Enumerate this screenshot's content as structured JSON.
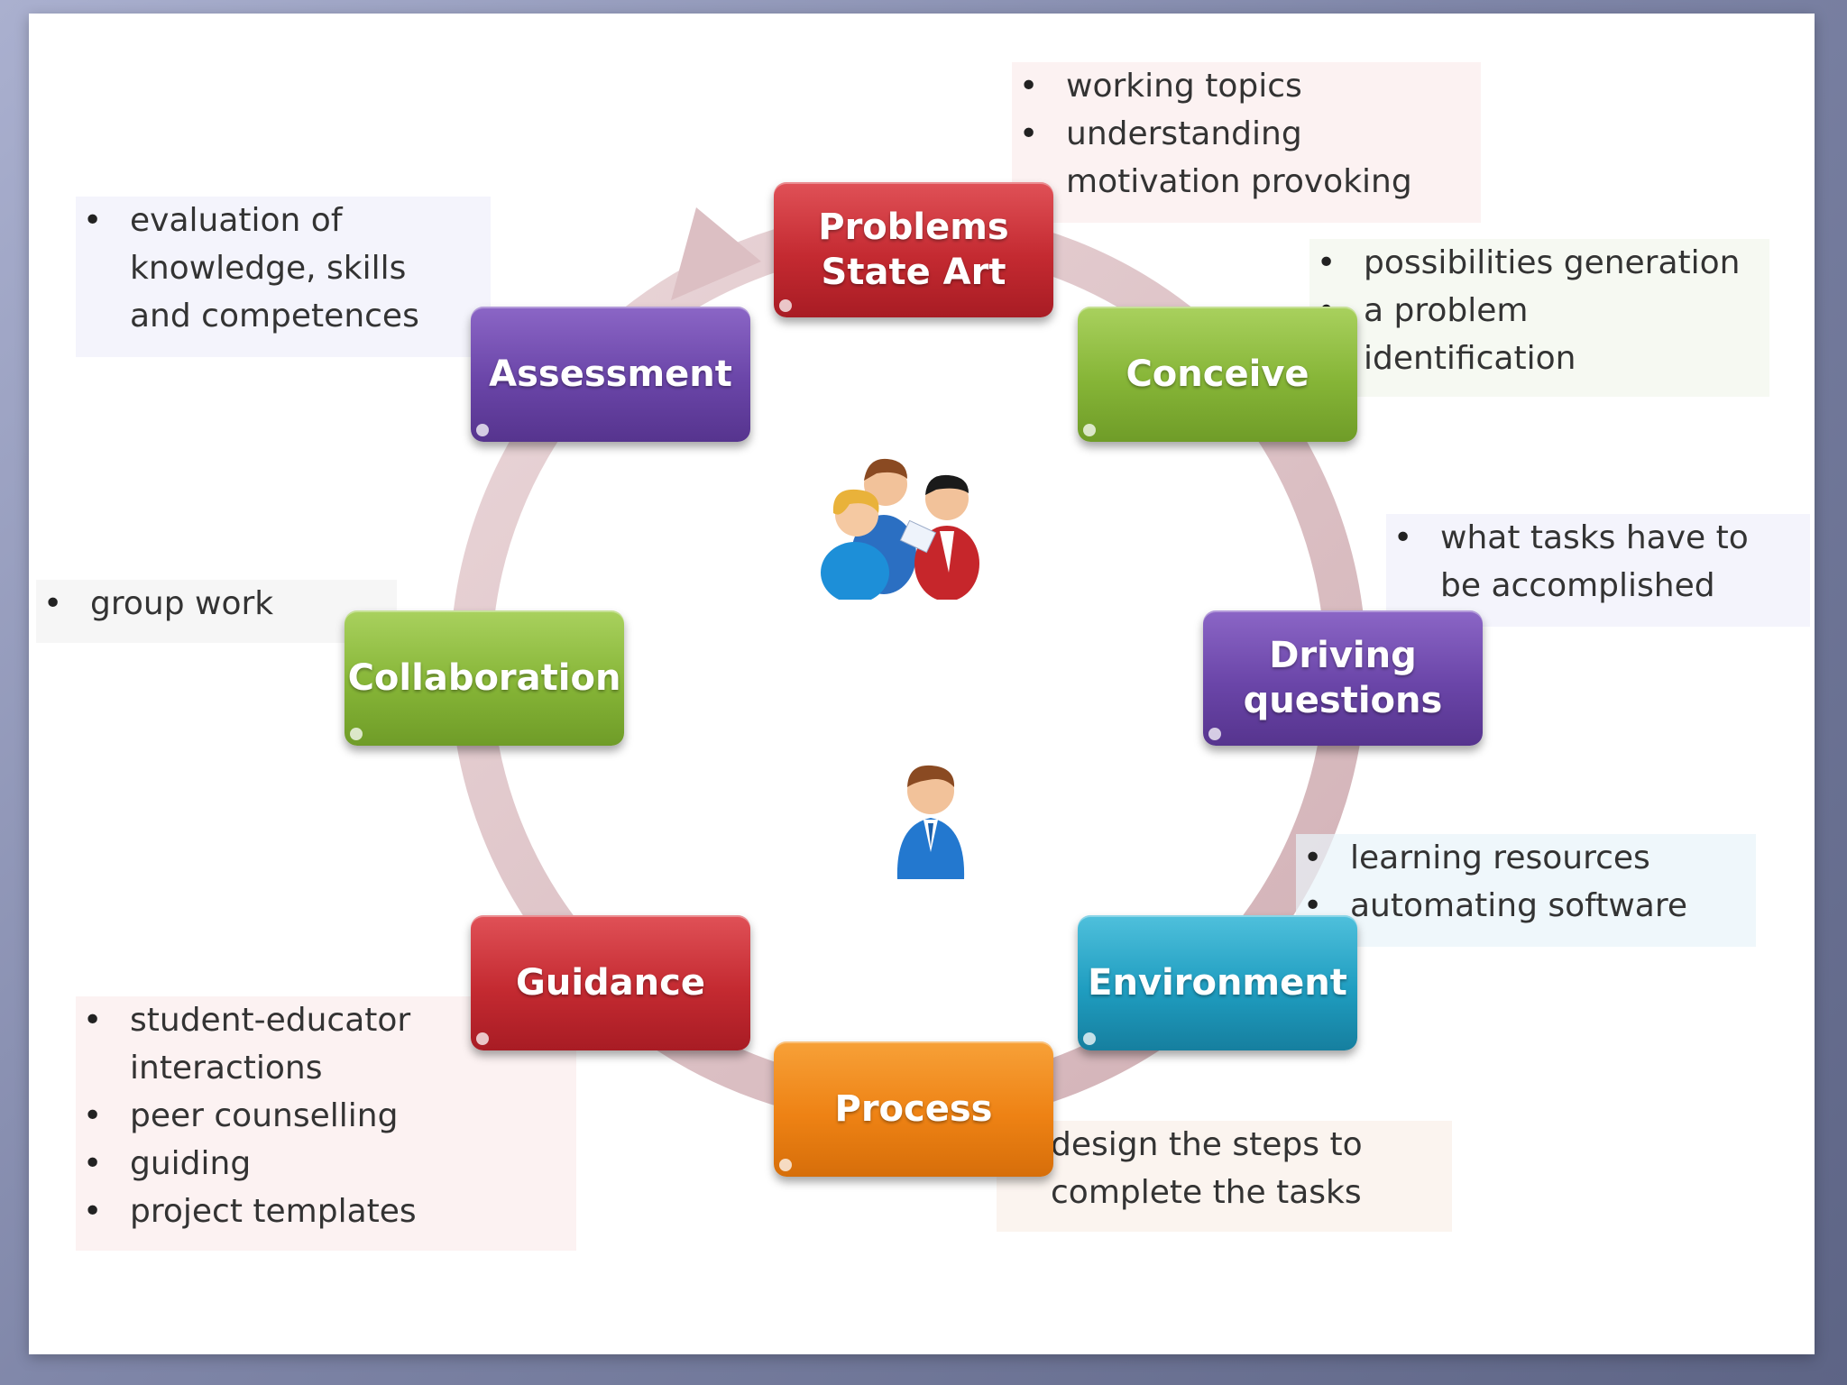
{
  "nodes": {
    "problems": "Problems\nState Art",
    "conceive": "Conceive",
    "driving": "Driving\nquestions",
    "environment": "Environment",
    "process": "Process",
    "guidance": "Guidance",
    "collaboration": "Collaboration",
    "assessment": "Assessment"
  },
  "notes": {
    "problems": [
      "working topics",
      "understanding\nmotivation provoking"
    ],
    "conceive": [
      "possibilities generation",
      "a problem\nidentification"
    ],
    "driving": [
      "what tasks have to\nbe accomplished"
    ],
    "environment": [
      "learning resources",
      "automating software"
    ],
    "process": [
      "design the steps to\ncomplete the tasks"
    ],
    "guidance": [
      "student-educator\ninteractions",
      "peer counselling",
      "guiding",
      "project templates"
    ],
    "collaboration": [
      "group work"
    ],
    "assessment": [
      "evaluation of\nknowledge, skills\nand competences"
    ]
  },
  "icons": {
    "group": "people-group-icon",
    "teacher": "person-icon"
  },
  "colors": {
    "red": "#c42a31",
    "green": "#86b537",
    "purple": "#6a45a8",
    "cyan": "#1f9dc0",
    "orange": "#ee8214",
    "ring": "#d9b8bc"
  }
}
